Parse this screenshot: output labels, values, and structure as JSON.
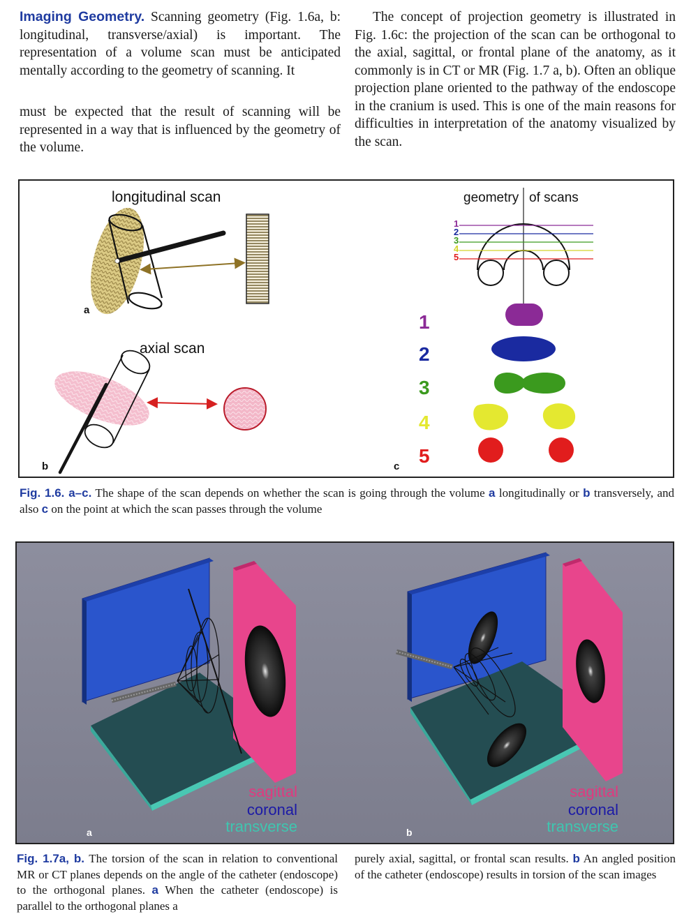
{
  "body_text": {
    "left": {
      "runin": "Imaging Geometry.",
      "para1_rest": "Scanning geometry (Fig. 1.6a, b: longitudinal, transverse/axial) is important. The representation of a volume scan must be anticipated mentally according to the geometry of scanning. It",
      "para2": "must be expected that the result of scanning will be represented in a way that is influenced by the geometry of the volume."
    },
    "right": {
      "para": "The concept of projection geometry is illustrated in Fig. 1.6c: the projection of the scan can be orthogonal to the axial, sagittal, or frontal plane of the anatomy, as it commonly is in CT or MR (Fig. 1.7 a, b). Often an oblique projection plane oriented to the pathway of the endoscope in the cranium is used. This is one of the main reasons for difficulties in interpretation of the anatomy visualized by the scan."
    }
  },
  "fig16": {
    "longitudinal_title": "longitudinal scan",
    "axial_title": "axial scan",
    "geometry_title_left": "geometry",
    "geometry_title_right": "of scans",
    "label_a": "a",
    "label_b": "b",
    "label_c": "c",
    "levels": [
      {
        "num": "1",
        "color": "#8b2a96"
      },
      {
        "num": "2",
        "color": "#1a2aa0"
      },
      {
        "num": "3",
        "color": "#3b9a1e"
      },
      {
        "num": "4",
        "color": "#e4e830"
      },
      {
        "num": "5",
        "color": "#e11d1d"
      }
    ],
    "caption_label": "Fig. 1.6. a–c.",
    "caption_part1": "The shape of the scan depends on whether the scan is going through the volume",
    "caption_ref_a": "a",
    "caption_part2": "longitudinally or",
    "caption_ref_b": "b",
    "caption_part3": "transversely, and also",
    "caption_ref_c": "c",
    "caption_part4": "on the point at which the scan passes through the volume"
  },
  "fig17": {
    "legend": {
      "sagittal": "sagittal",
      "coronal": "coronal",
      "transverse": "transverse",
      "sagittal_color": "#e0397f",
      "coronal_color": "#1c1aa6",
      "transverse_color": "#3fc6b0"
    },
    "label_a": "a",
    "label_b": "b",
    "caption_label": "Fig. 1.7a, b.",
    "caption_left": "The torsion of the scan in relation to conventional MR or CT planes depends on the angle of the catheter (endoscope) to the orthogonal planes.",
    "caption_ref_a": "a",
    "caption_left_rest": "When the catheter (endoscope) is parallel to the orthogonal planes a",
    "caption_right_1": "purely axial, sagittal, or frontal scan results.",
    "caption_ref_b": "b",
    "caption_right_2": "An angled position of the catheter (endoscope) results in torsion of the scan images"
  }
}
